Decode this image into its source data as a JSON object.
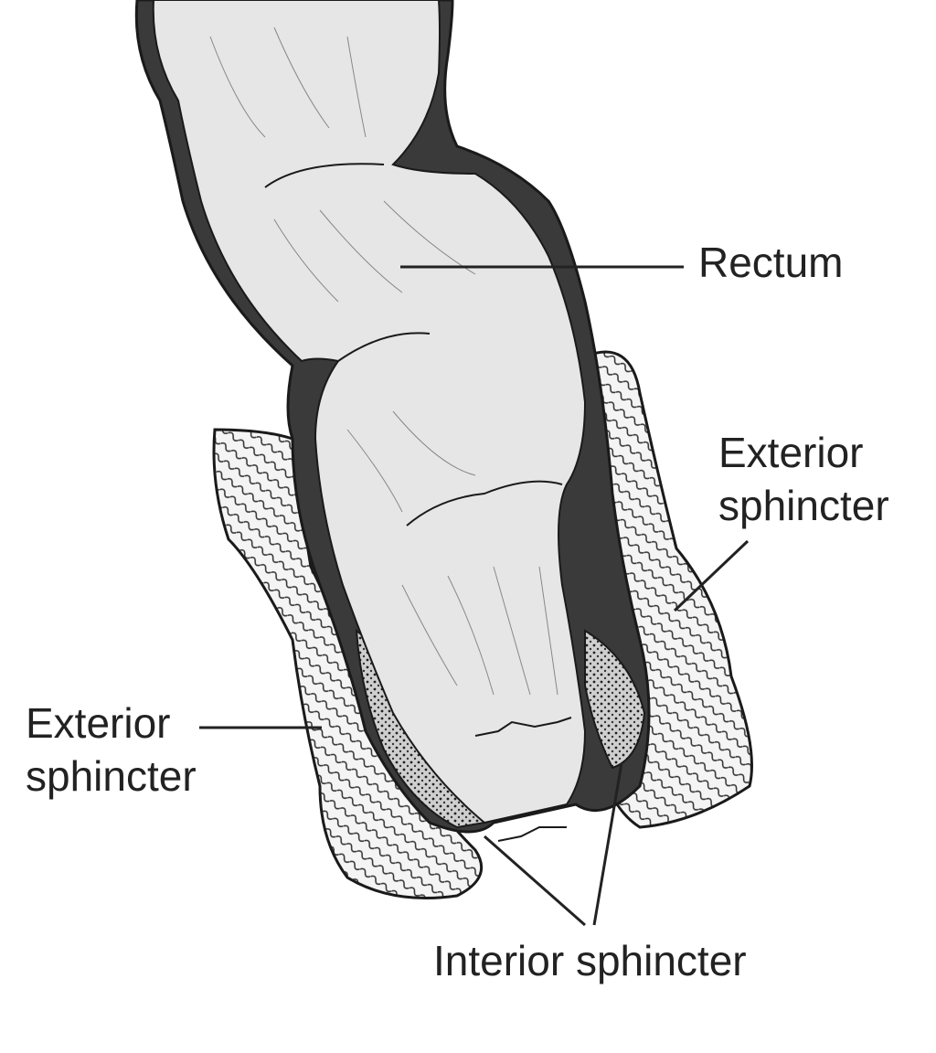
{
  "labels": {
    "rectum": "Rectum",
    "exterior_sphincter_right": [
      "Exterior",
      "sphincter"
    ],
    "exterior_sphincter_left": [
      "Exterior",
      "sphincter"
    ],
    "interior_sphincter": "Interior sphincter"
  },
  "colors": {
    "background": "#ffffff",
    "tissue_fill": "#e6e6e6",
    "outline": "#1a1a1a",
    "wall_dark": "#3a3a3a",
    "muscle_fill": "#f2f2f2",
    "leader_line": "#222222"
  }
}
